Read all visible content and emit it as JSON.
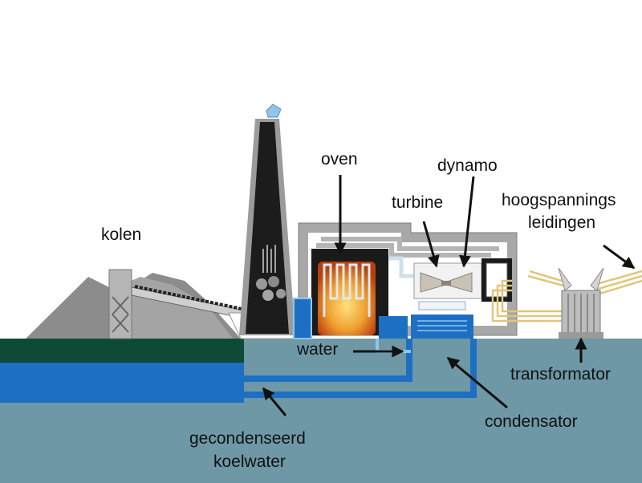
{
  "labels": {
    "coal": "kolen",
    "furnace": "oven",
    "turbine": "turbine",
    "generator": "dynamo",
    "power_lines_1": "hoogspannings",
    "power_lines_2": "leidingen",
    "water": "water",
    "transformer": "transformator",
    "condenser": "condensator",
    "cooling_water_1": "gecondenseerd",
    "cooling_water_2": "koelwater"
  },
  "colors": {
    "ground": "#6e98a6",
    "dark_green_band": "#0e4a36",
    "water_blue": "#1d6fc4",
    "building_gray": "#a8a8a8",
    "fire_orange": "#e07a20",
    "smoke_blue": "#8fc6e8",
    "wire_gold": "#e0c67a"
  }
}
